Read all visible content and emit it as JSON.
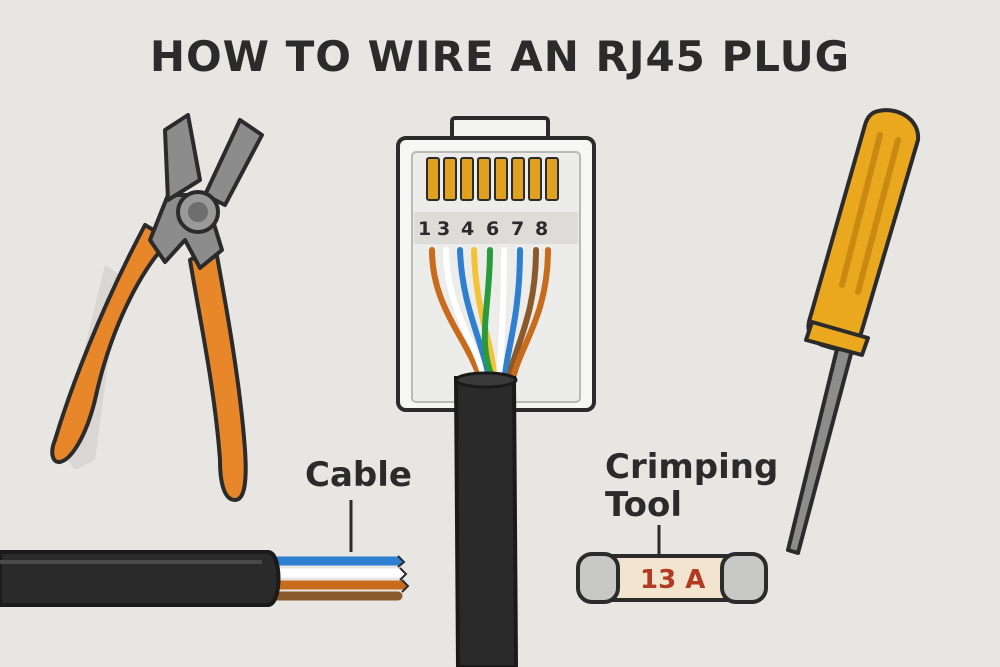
{
  "title": "HOW TO WIRE AN RJ45 PLUG",
  "labels": {
    "cable": "Cable",
    "crimping_line1": "Crimping",
    "crimping_line2": "Tool"
  },
  "plug": {
    "pin_numbers": [
      "1",
      "3",
      "4",
      "6",
      "7",
      "8"
    ]
  },
  "fuse": {
    "rating": "13 A"
  },
  "colors": {
    "background": "#e8e6e3",
    "handle_orange": "#e8862a",
    "screwdriver_yellow": "#e9a81d",
    "cable_black": "#2a2a2a",
    "pin_gold": "#e0a21e"
  },
  "icons": [
    "wire-cutter-icon",
    "screwdriver-icon",
    "rj45-plug-icon",
    "cable-icon",
    "fuse-icon"
  ]
}
